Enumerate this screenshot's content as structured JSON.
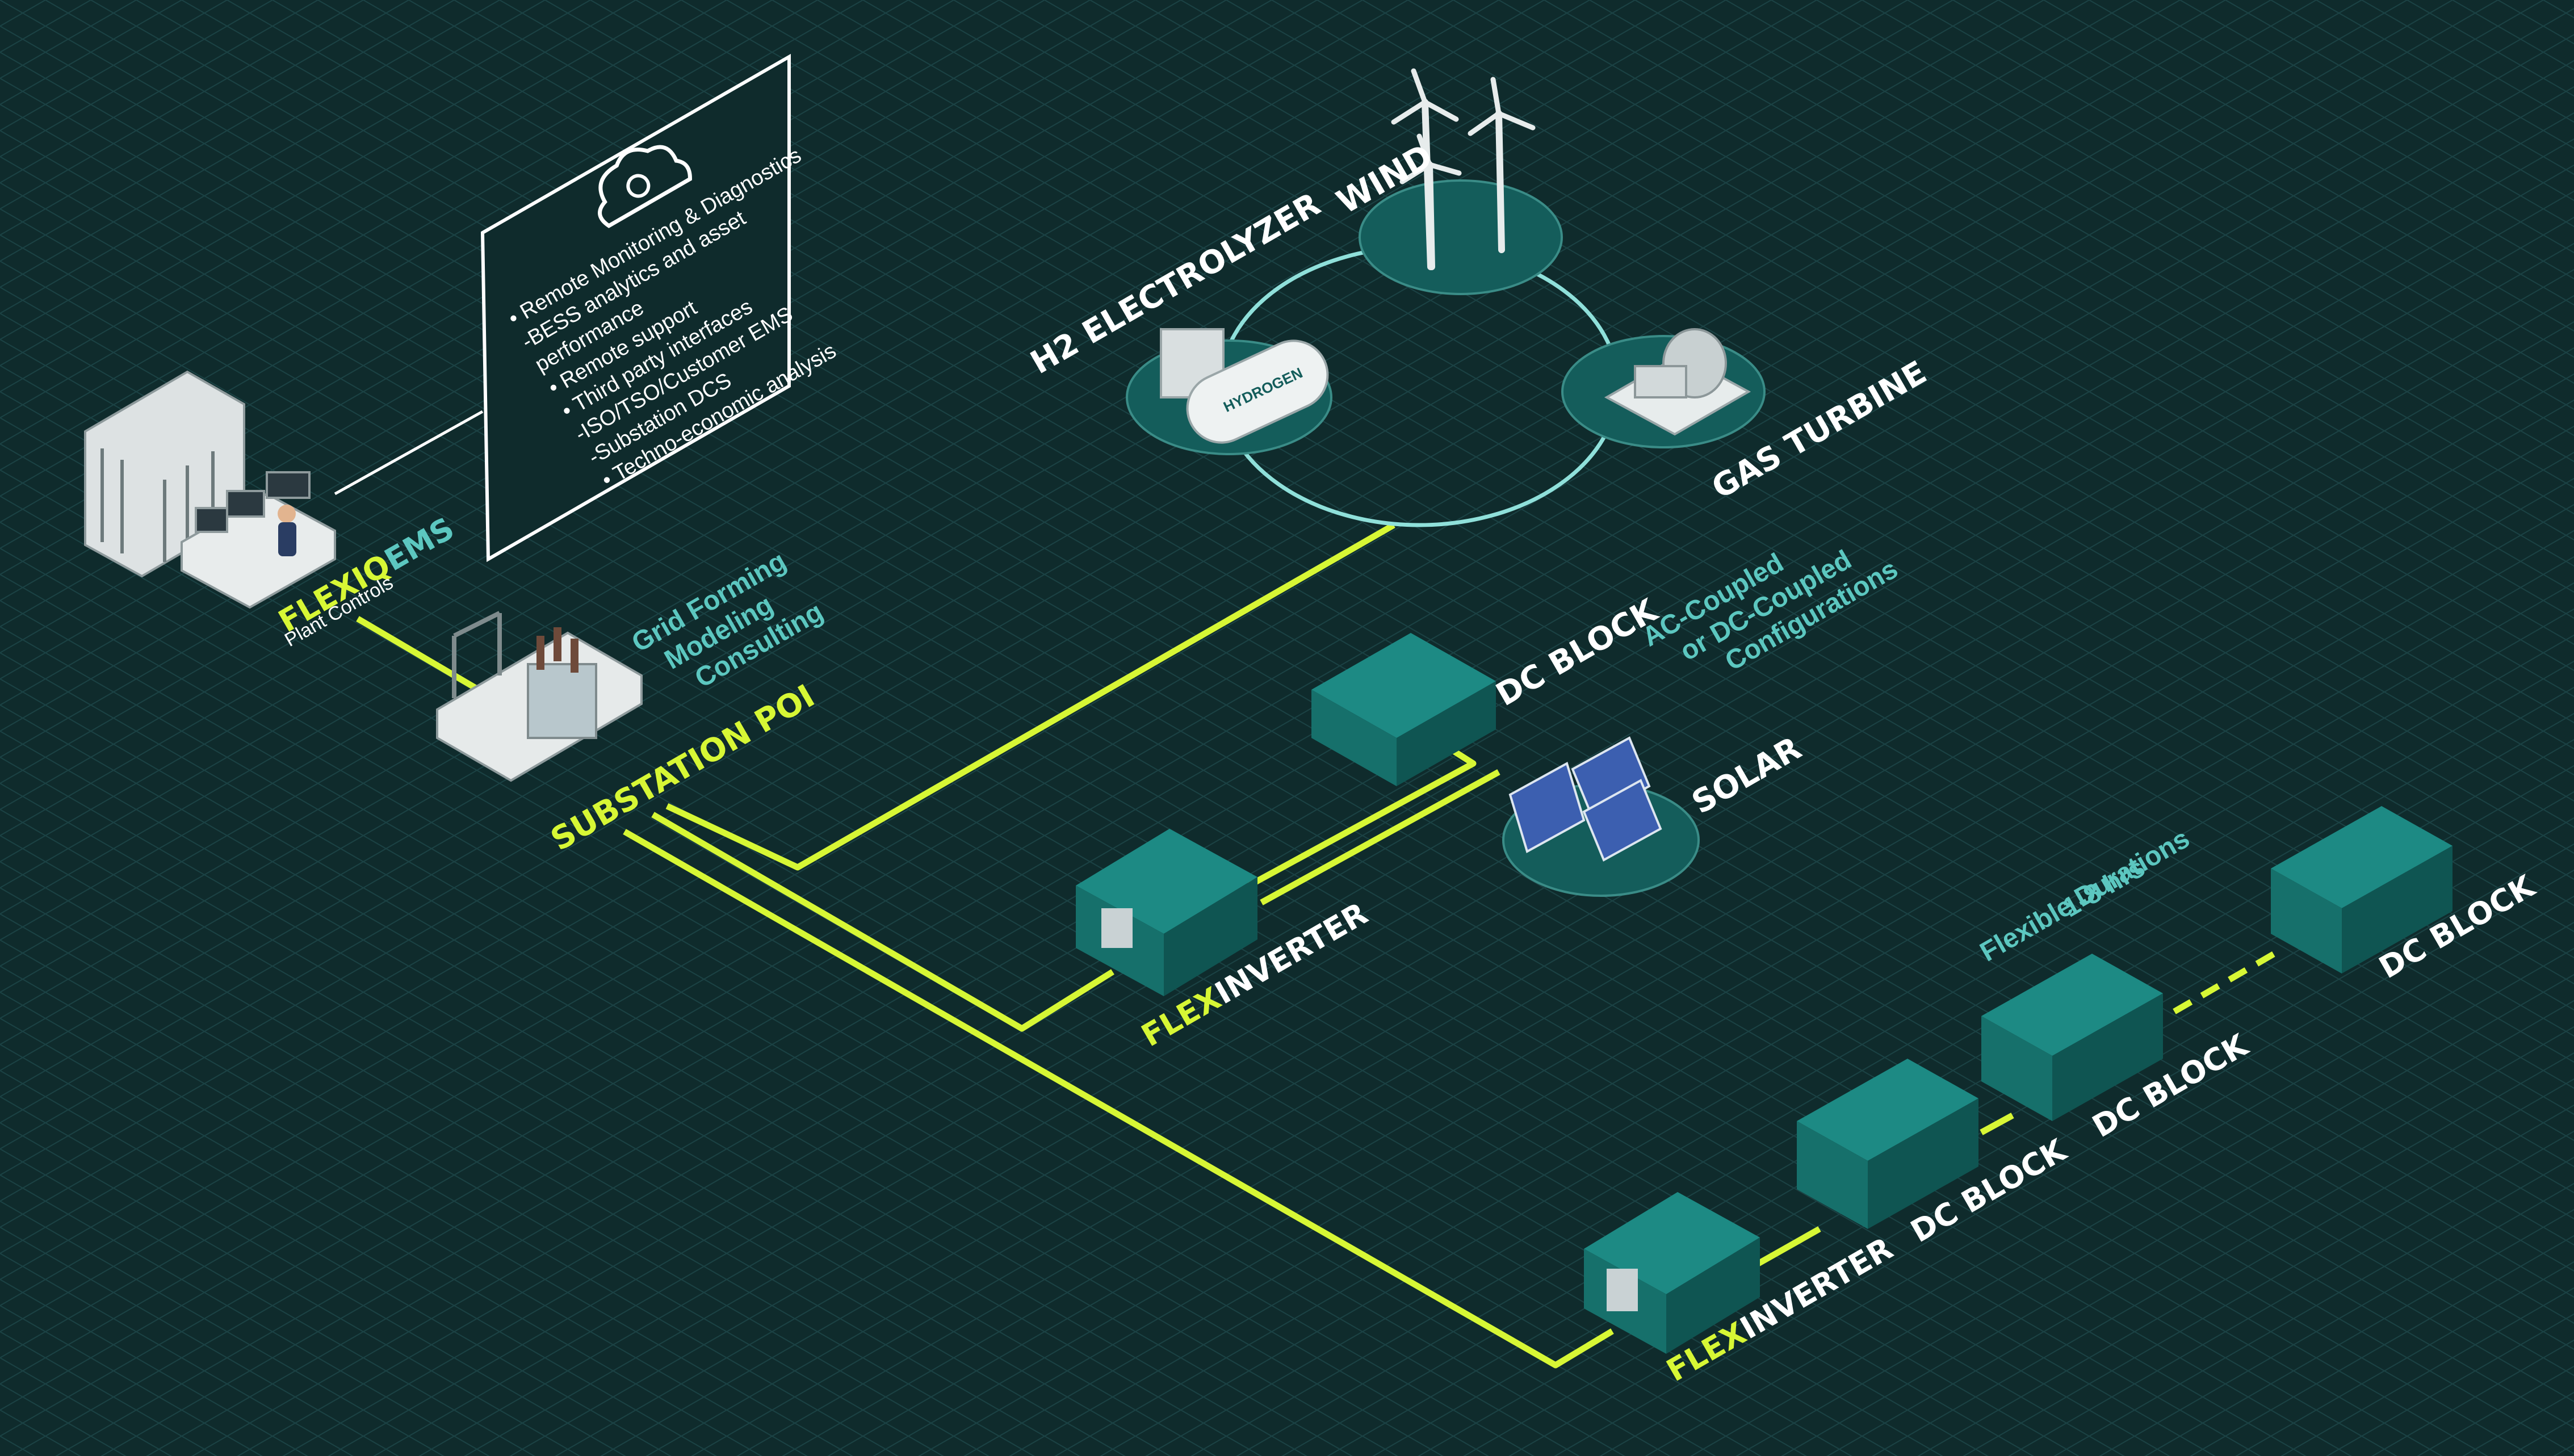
{
  "colors": {
    "background": "#0f2b2c",
    "grid": "#1b4244",
    "accent_line": "#d7f735",
    "highlight_text": "#d7f735",
    "teal_text": "#5cc7c0",
    "white_text": "#ffffff",
    "platform": "#145d5b",
    "container": "#17736e"
  },
  "ems": {
    "brand_prefix": "FLEXIQ",
    "brand_suffix": "EMS",
    "subtitle": "Plant Controls"
  },
  "callout": {
    "items": [
      "•  Remote Monitoring & Diagnostics",
      "-BESS analytics and asset",
      "performance",
      "•  Remote support",
      "•  Third party interfaces",
      "-ISO/TSO/Customer EMS",
      "-Substation DCS",
      "•  Techno-economic analysis"
    ]
  },
  "substation": {
    "label": "SUBSTATION POI",
    "services": [
      "Grid Forming",
      "Modeling",
      "Consulting"
    ]
  },
  "generation": {
    "wind": "WIND",
    "electrolyzer": "H2 ELECTROLYZER",
    "gas_turbine": "GAS TURBINE",
    "hydrogen_tank": "HYDROGEN"
  },
  "solar_branch": {
    "dc_block": "DC BLOCK",
    "coupling_note": [
      "AC-Coupled",
      "or DC-Coupled",
      "Configurations"
    ],
    "solar": "SOLAR",
    "inverter_prefix": "FLEX",
    "inverter_suffix": "INVERTER"
  },
  "storage_branch": {
    "duration_note": [
      "Flexible Durations",
      "1-8 hrs"
    ],
    "dc_block_1": "DC BLOCK",
    "dc_block_2": "DC BLOCK",
    "dc_block_3": "DC BLOCK",
    "inverter_prefix": "FLEX",
    "inverter_suffix": "INVERTER"
  }
}
